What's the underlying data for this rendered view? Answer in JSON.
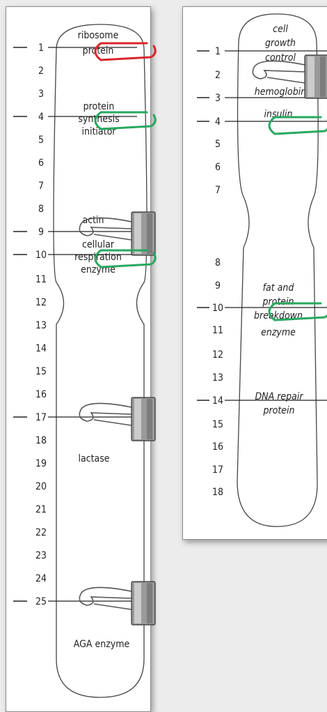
{
  "chromosome_a": {
    "positions": [
      "1",
      "2",
      "3",
      "4",
      "5",
      "6",
      "7",
      "8",
      "9",
      "10",
      "11",
      "12",
      "13",
      "14",
      "15",
      "16",
      "17",
      "18",
      "19",
      "20",
      "21",
      "22",
      "23",
      "24",
      "25"
    ],
    "gene_labels": [
      {
        "position": "1",
        "lines": [
          "ribosome",
          "protein"
        ]
      },
      {
        "position": "4",
        "lines": [
          "protein",
          "synthesis",
          "initiator"
        ]
      },
      {
        "position": "9",
        "lines": [
          "actin"
        ]
      },
      {
        "position": "10",
        "lines": [
          "cellular",
          "respiration",
          "enzyme"
        ]
      },
      {
        "position": "17",
        "lines": [
          "lactase"
        ]
      },
      {
        "position": "25",
        "lines": [
          "AGA enzyme"
        ]
      }
    ]
  },
  "chromosome_b": {
    "positions": [
      "1",
      "2",
      "3",
      "4",
      "5",
      "6",
      "7",
      "8",
      "9",
      "10",
      "11",
      "12",
      "13",
      "14",
      "15",
      "16",
      "17",
      "18"
    ],
    "gene_labels": [
      {
        "position": "1",
        "lines": [
          "cell",
          "growth",
          "control"
        ]
      },
      {
        "position": "3",
        "lines": [
          "hemoglobin"
        ]
      },
      {
        "position": "4",
        "lines": [
          "insulin"
        ]
      },
      {
        "position": "10",
        "lines": [
          "fat and",
          "protein",
          "breakdown",
          "enzyme"
        ]
      },
      {
        "position": "14",
        "lines": [
          "DNA repair",
          "protein"
        ]
      }
    ]
  },
  "colors": {
    "paper_clip_red": "#d8262b",
    "paper_clip_green": "#27a85f",
    "binder_clip": "#9a9a9a",
    "outline": "#444444"
  }
}
